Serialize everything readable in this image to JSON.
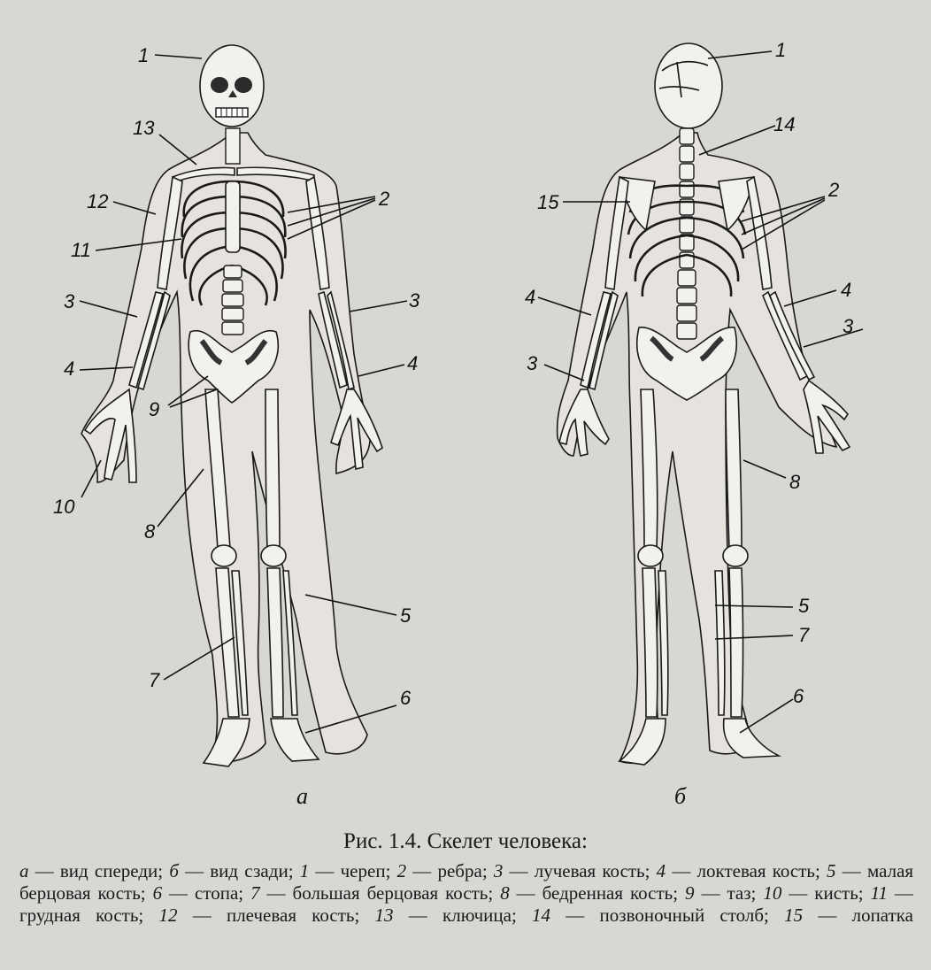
{
  "figure": {
    "views": [
      {
        "id": "a",
        "label": "а"
      },
      {
        "id": "b",
        "label": "б"
      }
    ],
    "front_labels": [
      "1",
      "2",
      "3",
      "3",
      "4",
      "4",
      "5",
      "6",
      "7",
      "8",
      "9",
      "10",
      "11",
      "12",
      "13"
    ],
    "back_labels": [
      "1",
      "2",
      "3",
      "3",
      "4",
      "4",
      "5",
      "6",
      "7",
      "8",
      "14",
      "15"
    ]
  },
  "caption": {
    "title": "Рис. 1.4. Скелет человека:",
    "legend": [
      {
        "key": "а",
        "text": "вид спереди"
      },
      {
        "key": "б",
        "text": "вид сзади"
      },
      {
        "key": "1",
        "text": "череп"
      },
      {
        "key": "2",
        "text": "ребра"
      },
      {
        "key": "3",
        "text": "лучевая кость"
      },
      {
        "key": "4",
        "text": "локтевая кость"
      },
      {
        "key": "5",
        "text": "малая берцовая кость"
      },
      {
        "key": "6",
        "text": "стопа"
      },
      {
        "key": "7",
        "text": "большая берцовая кость"
      },
      {
        "key": "8",
        "text": "бедренная кость"
      },
      {
        "key": "9",
        "text": "таз"
      },
      {
        "key": "10",
        "text": "кисть"
      },
      {
        "key": "11",
        "text": "грудная кость"
      },
      {
        "key": "12",
        "text": "плечевая кость"
      },
      {
        "key": "13",
        "text": "ключица"
      },
      {
        "key": "14",
        "text": "позвоночный столб"
      },
      {
        "key": "15",
        "text": "лопатка"
      }
    ]
  }
}
